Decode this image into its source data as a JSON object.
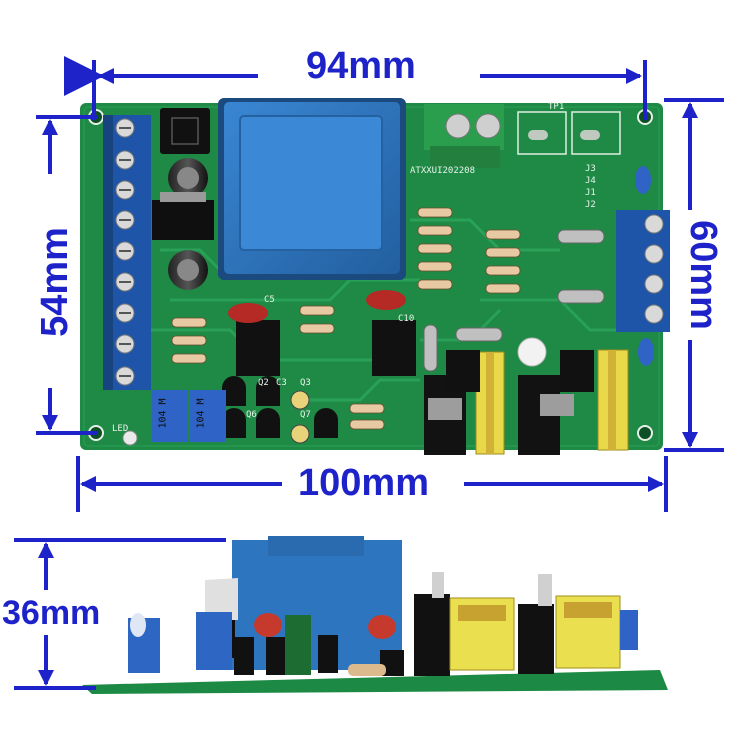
{
  "dimensions": {
    "top_width": "94mm",
    "bottom_width": "100mm",
    "left_height": "54mm",
    "right_height": "60mm",
    "side_height": "36mm"
  },
  "silkscreen": {
    "board_code": "ATXXUI202208",
    "tp": "TP1",
    "c5": "C5",
    "c10": "C10",
    "j3": "J3",
    "j4": "J4",
    "j1": "J1",
    "j2": "J2",
    "led": "LED",
    "q2": "Q2",
    "c3": "C3",
    "q3": "Q3",
    "q6": "Q6",
    "q7": "Q7"
  },
  "potentiometers": {
    "left": "104 M",
    "right": "104 M"
  },
  "colors": {
    "dimension_blue": "#1d23c9",
    "pcb_green": "#1f8a45",
    "transformer_blue": "#2c6fb8",
    "terminal_blue": "#1e55a8"
  }
}
